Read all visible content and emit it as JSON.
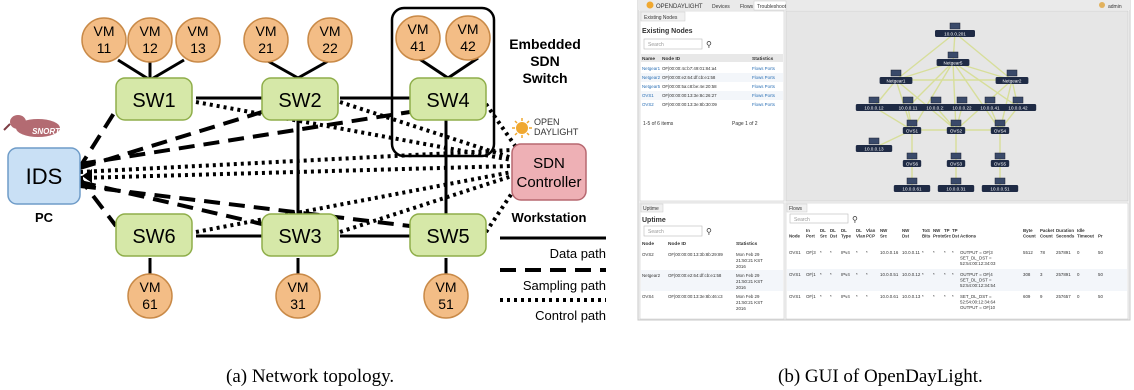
{
  "topology": {
    "vms_top": [
      {
        "line1": "VM",
        "line2": "11"
      },
      {
        "line1": "VM",
        "line2": "12"
      },
      {
        "line1": "VM",
        "line2": "13"
      },
      {
        "line1": "VM",
        "line2": "21"
      },
      {
        "line1": "VM",
        "line2": "22"
      },
      {
        "line1": "VM",
        "line2": "41"
      },
      {
        "line1": "VM",
        "line2": "42"
      }
    ],
    "vms_bottom": [
      {
        "line1": "VM",
        "line2": "61"
      },
      {
        "line1": "VM",
        "line2": "31"
      },
      {
        "line1": "VM",
        "line2": "51"
      }
    ],
    "switches": [
      "SW1",
      "SW2",
      "SW4",
      "SW6",
      "SW3",
      "SW5"
    ],
    "ids": {
      "label": "IDS",
      "sublabel": "PC",
      "logo_text": "SNORT"
    },
    "controller": {
      "line1": "SDN",
      "line2": "Controller",
      "sublabel": "Workstation"
    },
    "odl_logo": {
      "line1": "OPEN",
      "line2": "DAYLIGHT"
    },
    "embedded": {
      "line1": "Embedded",
      "line2": "SDN",
      "line3": "Switch"
    },
    "legend": {
      "data": "Data path",
      "sampling": "Sampling path",
      "control": "Control path"
    },
    "colors": {
      "switch": "#d6e8a8",
      "vm": "#f3bd86",
      "ids": "#c9e0f5",
      "controller": "#eeb0b5"
    }
  },
  "gui": {
    "header": {
      "brand": "OPENDAYLIGHT",
      "tabs": [
        "Devices",
        "Flows",
        "Troubleshoot"
      ],
      "user": "admin"
    },
    "existing_nodes": {
      "tab": "Existing Nodes",
      "title": "Existing Nodes",
      "search_placeholder": "Search",
      "columns": [
        "Name",
        "Node ID",
        "Statistics"
      ],
      "rows": [
        [
          "Netgear1",
          "OF|00:00:4c:b7:49:01:84:a4",
          "Flows Ports"
        ],
        [
          "Netgear2",
          "OF|00:00:e2:64:df:cb:e1:58",
          "Flows Ports"
        ],
        [
          "Netgear5",
          "OF|00:00:5a:c8:be:4e:20:58",
          "Flows Ports"
        ],
        [
          "OVS1",
          "OF|00:00:00:13:3e:8c:26:27",
          "Flows Ports"
        ],
        [
          "OVS2",
          "OF|00:00:00:13:3e:8b:30:09",
          "Flows Ports"
        ]
      ],
      "footer": "1-5 of 6 items",
      "pager": "Page 1 of 2"
    },
    "topology_nodes": [
      "10.0.0.201",
      "Netgear5",
      "Netgear1",
      "Netgear2",
      "10.0.0.12",
      "10.0.0.11",
      "10.0.0.21",
      "10.0.0.22",
      "10.0.0.41",
      "10.0.0.42",
      "OVS1",
      "OVS2",
      "OVS4",
      "10.0.0.13",
      "OVS6",
      "OVS3",
      "OVS5",
      "10.0.0.61",
      "10.0.0.31",
      "10.0.0.51"
    ],
    "uptime": {
      "tab": "Uptime",
      "title": "Uptime",
      "search_placeholder": "Search",
      "columns": [
        "Node",
        "Node ID",
        "Statistics"
      ],
      "rows": [
        [
          "OVS2",
          "OF|00:00:00:13:3b:8b:29:89",
          "Mon Feb 29 21:50:21 KST 2016"
        ],
        [
          "Netgear2",
          "OF|00:00:e2:64:df:cb:e1:58",
          "Mon Feb 29 21:50:21 KST 2016"
        ],
        [
          "OVS4",
          "OF|00:00:00:13:3e:8b:46:c3",
          "Mon Feb 29 21:50:21 KST 2016"
        ]
      ]
    },
    "flows": {
      "tab": "Flows",
      "search_placeholder": "Search",
      "columns": [
        "Node",
        "In Port",
        "DL Src",
        "DL Dst",
        "DL Type",
        "DL Vlan",
        "Vlan PCP",
        "NW Src",
        "NW Dst",
        "ToS Bits",
        "NW Proto",
        "TP Src",
        "TP Dst",
        "Actions",
        "Byte Count",
        "Packet Count",
        "Duration Seconds",
        "Idle Timeout",
        "Pr"
      ],
      "rows": [
        [
          "OVS1",
          "OF|3",
          "*",
          "*",
          "IPv4",
          "*",
          "*",
          "10.0.0.16",
          "10.0.0.11",
          "*",
          "*",
          "*",
          "*",
          "OUTPUT = OF|3 SET_DL_DST = 52:54:00:12:34:03",
          "5512",
          "78",
          "257891",
          "0",
          "50"
        ],
        [
          "OVS1",
          "OF|1",
          "*",
          "*",
          "IPv4",
          "*",
          "*",
          "10.0.0.51",
          "10.0.0.12",
          "*",
          "*",
          "*",
          "*",
          "OUTPUT = OF|4 SET_DL_DST = 52:54:00:12:34:54",
          "308",
          "3",
          "257891",
          "0",
          "50"
        ],
        [
          "OVS1",
          "OF|1",
          "*",
          "*",
          "IPv4",
          "*",
          "*",
          "10.0.0.61",
          "10.0.0.13",
          "*",
          "*",
          "*",
          "*",
          "SET_DL_DST = 52:54:00:12:34:64 OUTPUT = OF|10",
          "609",
          "9",
          "257657",
          "0",
          "50"
        ]
      ]
    }
  },
  "captions": {
    "a": "(a) Network topology.",
    "b": "(b) GUI of OpenDayLight."
  }
}
